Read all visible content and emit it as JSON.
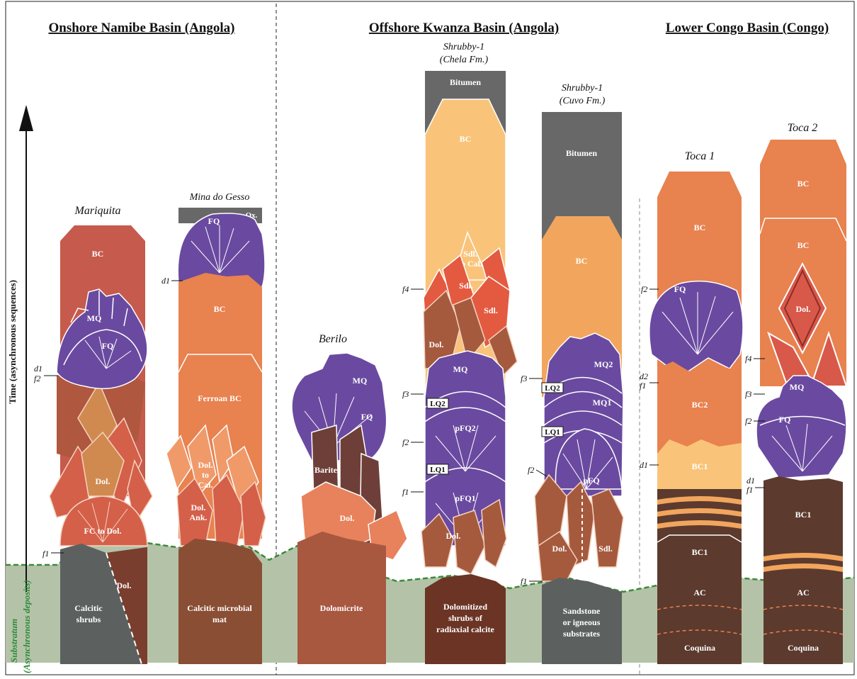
{
  "headers": {
    "namibe": "Onshore Namibe Basin (Angola)",
    "kwanza": "Offshore Kwanza Basin (Angola)",
    "congo": "Lower Congo Basin (Congo)"
  },
  "axis": {
    "time": "Time (asynchronous sequences)",
    "substratum": "Substratum",
    "substratum_note": "(Asynchronous deposits)"
  },
  "sites": {
    "mariquita": "Mariquita",
    "mina": "Mina do Gesso",
    "berilo": "Berilo",
    "shrubby_chela_1": "Shrubby-1",
    "shrubby_chela_2": "(Chela Fm.)",
    "shrubby_cuvo_1": "Shrubby-1",
    "shrubby_cuvo_2": "(Cuvo Fm.)",
    "toca1": "Toca 1",
    "toca2": "Toca 2"
  },
  "labels": {
    "bc": "BC",
    "mq": "MQ",
    "fq": "FQ",
    "dol": "Dol.",
    "fc_to_dol": "FC to Dol.",
    "ox": "Ox.",
    "ferroan_bc": "Ferroan BC",
    "dol_to": "Dol.",
    "to": "to",
    "cal": "Cal.",
    "dol_ank1": "Dol.",
    "dol_ank2": "Ank.",
    "barite": "Barite",
    "bitumen": "Bitumen",
    "sdl": "Sdl.",
    "sdl_to": "to Cal.",
    "lq1": "LQ1",
    "lq2": "LQ2",
    "pfq": "pFQ",
    "pfq1": "pFQ1",
    "pfq2": "pFQ2",
    "mq1": "MQ1",
    "mq2": "MQ2",
    "bc1": "BC1",
    "bc2": "BC2",
    "ac": "AC",
    "coquina": "Coquina"
  },
  "substrates": {
    "calcitic_shrubs_1": "Calcitic",
    "calcitic_shrubs_2": "shrubs",
    "microbial_mat": "Calcitic microbial",
    "microbial_mat_2": "mat",
    "dolomicrite": "Dolomicrite",
    "dolomitized_1": "Dolomitized",
    "dolomitized_2": "shrubs of",
    "dolomitized_3": "radiaxial calcite",
    "sandstone_1": "Sandstone",
    "sandstone_2": "or igneous",
    "sandstone_3": "substrates"
  },
  "markers": {
    "f1": "f1",
    "f2": "f2",
    "f3": "f3",
    "f4": "f4",
    "d1": "d1",
    "d2": "d2"
  },
  "colors": {
    "bc_red": "#c65a4c",
    "bc_orange": "#e8824f",
    "bc_yellow": "#f9c47a",
    "bc_light_orange": "#f2a65d",
    "mq_purple": "#6a4aa0",
    "dol_brown": "#a55a3e",
    "dol_salmon": "#e67a5a",
    "bitumen": "#686868",
    "substratum": "#b4c3a8",
    "dark_brown": "#5c3a2e",
    "sdl_red": "#e45a40",
    "green_line": "#3a8a3a"
  }
}
